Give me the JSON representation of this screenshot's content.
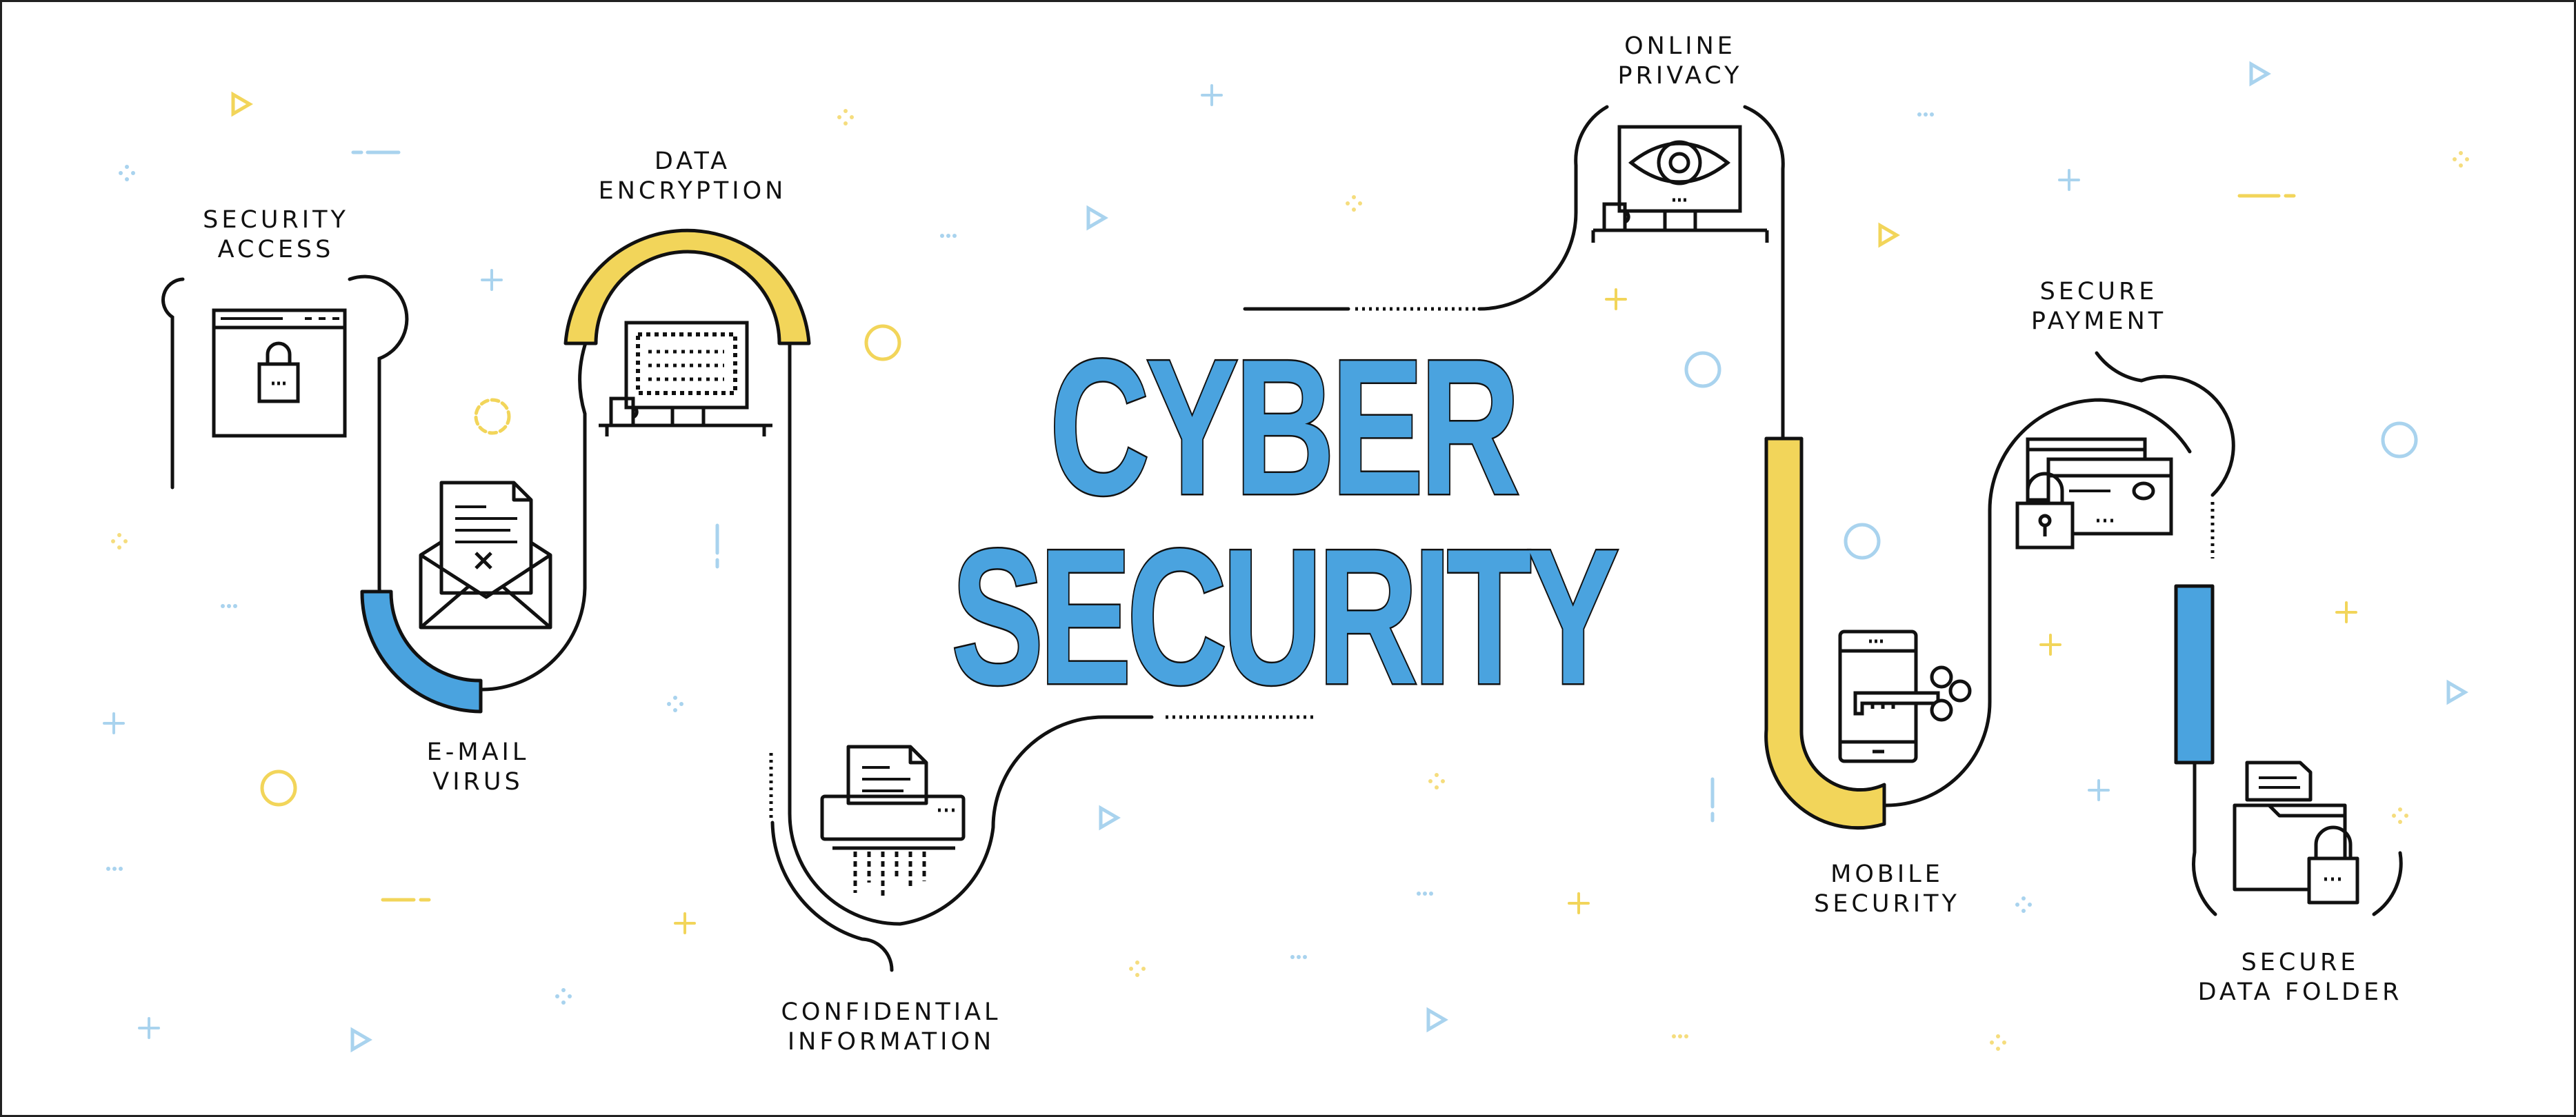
{
  "title": {
    "line1": "CYBER",
    "line2": "SECURITY"
  },
  "labels": {
    "security_access": [
      "SECURITY",
      "ACCESS"
    ],
    "data_encryption": [
      "DATA",
      "ENCRYPTION"
    ],
    "email_virus": [
      "E-MAIL",
      "VIRUS"
    ],
    "confidential_information": [
      "CONFIDENTIAL",
      "INFORMATION"
    ],
    "online_privacy": [
      "ONLINE",
      "PRIVACY"
    ],
    "secure_payment": [
      "SECURE",
      "PAYMENT"
    ],
    "mobile_security": [
      "MOBILE",
      "SECURITY"
    ],
    "secure_data_folder": [
      "SECURE",
      "DATA FOLDER"
    ]
  },
  "icons": [
    "browser-lock-icon",
    "email-virus-icon",
    "monitor-encryption-icon",
    "shredder-icon",
    "monitor-eye-icon",
    "mobile-key-icon",
    "credit-card-lock-icon",
    "folder-lock-icon"
  ],
  "colors": {
    "blue": "#4aa3df",
    "yellow": "#f2d55a",
    "line": "#111111",
    "light_blue": "#a9d3ee",
    "light_yellow": "#f5dd7e"
  }
}
